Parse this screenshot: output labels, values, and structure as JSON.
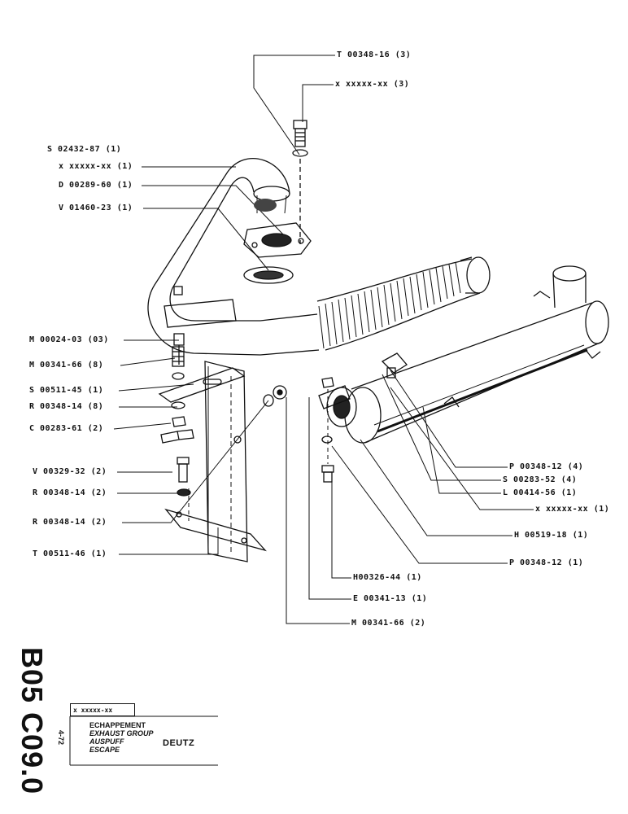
{
  "labels": {
    "t_00348_16": "T 00348-16 (3)",
    "x_top": "x xxxxx-xx (3)",
    "s_02432_87": "S 02432-87 (1)",
    "x_left": "x xxxxx-xx (1)",
    "d_00289_60": "D 00289-60 (1)",
    "v_01460_23": "V 01460-23 (1)",
    "m_00024_03": "M 00024-03 (03)",
    "m_00341_66_8": "M 00341-66 (8)",
    "s_00511_45": "S 00511-45 (1)",
    "r_00348_14_8": "R 00348-14 (8)",
    "c_00283_61": "C 00283-61 (2)",
    "v_00329_32": "V 00329-32 (2)",
    "r_00348_14_2a": "R 00348-14 (2)",
    "r_00348_14_2b": "R 00348-14 (2)",
    "t_00511_46": "T 00511-46 (1)",
    "p_00348_12_4": "P 00348-12 (4)",
    "s_00283_52": "S 00283-52 (4)",
    "l_00414_56": "L 00414-56 (1)",
    "x_right": "x xxxxx-xx (1)",
    "h_00519_18": "H 00519-18 (1)",
    "p_00348_12_1": "P 00348-12 (1)",
    "h_00326_44": "H00326-44 (1)",
    "e_00341_13": "E 00341-13 (1)",
    "m_00341_66_2": "M 00341-66 (2)"
  },
  "titleblock": {
    "code": "B05 C09.0",
    "date": "4-72",
    "ref": "x xxxxx-xx",
    "title_fr": "ECHAPPEMENT",
    "title_en": "EXHAUST GROUP",
    "title_de": "AUSPUFF",
    "title_es": "ESCAPE",
    "brand": "DEUTZ"
  }
}
